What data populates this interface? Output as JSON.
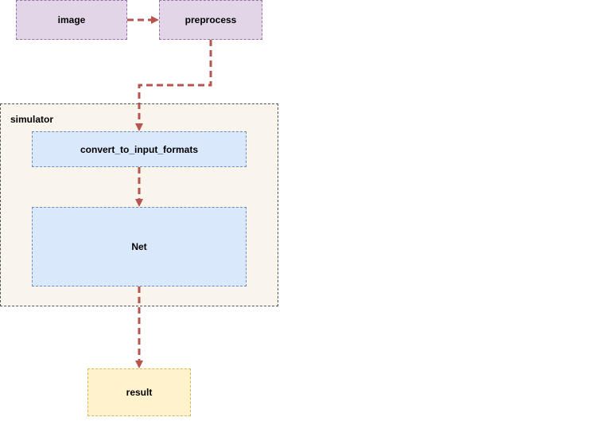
{
  "colors": {
    "edge": "#b85450",
    "purple_fill": "#e1d5e7",
    "purple_stroke": "#9673a6",
    "blue_fill": "#dae8fc",
    "blue_stroke": "#6c8ebf",
    "yellow_fill": "#fff2cc",
    "yellow_stroke": "#d6b656",
    "container_fill": "#f9f5ed"
  },
  "nodes": {
    "image": "image",
    "preprocess": "preprocess",
    "convert": "convert_to_input_formats",
    "net": "Net",
    "result": "result"
  },
  "container": {
    "label": "simulator"
  },
  "edges": [
    {
      "from": "image",
      "to": "preprocess"
    },
    {
      "from": "preprocess",
      "to": "convert_to_input_formats"
    },
    {
      "from": "convert_to_input_formats",
      "to": "Net"
    },
    {
      "from": "Net",
      "to": "result"
    }
  ]
}
